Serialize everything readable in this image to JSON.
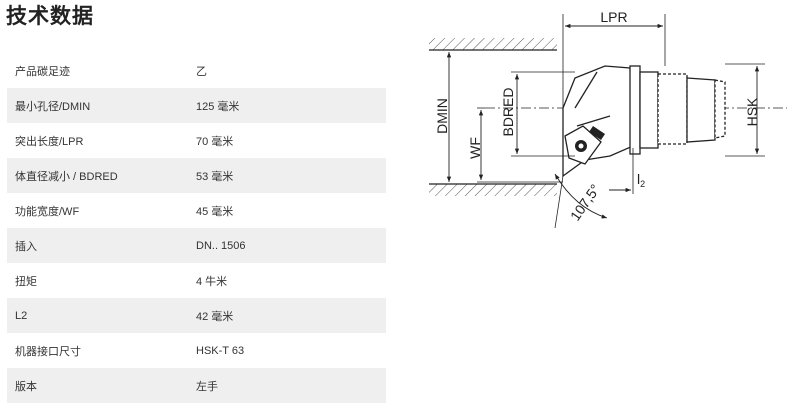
{
  "page": {
    "title": "技术数据"
  },
  "specs": [
    {
      "label": "产品碳足迹",
      "value": "乙"
    },
    {
      "label": "最小孔径/DMIN",
      "value": "125 毫米"
    },
    {
      "label": "突出长度/LPR",
      "value": "70 毫米"
    },
    {
      "label": "体直径减小 / BDRED",
      "value": "53 毫米"
    },
    {
      "label": "功能宽度/WF",
      "value": "45 毫米"
    },
    {
      "label": "插入",
      "value": "DN.. 1506"
    },
    {
      "label": "扭矩",
      "value": "4 牛米"
    },
    {
      "label": "L2",
      "value": "42 毫米"
    },
    {
      "label": "机器接口尺寸",
      "value": "HSK-T 63"
    },
    {
      "label": "版本",
      "value": "左手"
    }
  ],
  "drawing": {
    "labels": {
      "lpr": "LPR",
      "hsk": "HSK",
      "dmin": "DMIN",
      "wf": "WF",
      "bdred": "BDRED",
      "l2": "l",
      "l2_sub": "2",
      "angle": "107,5°"
    },
    "colors": {
      "line": "#222222",
      "hatch": "#555555"
    }
  }
}
